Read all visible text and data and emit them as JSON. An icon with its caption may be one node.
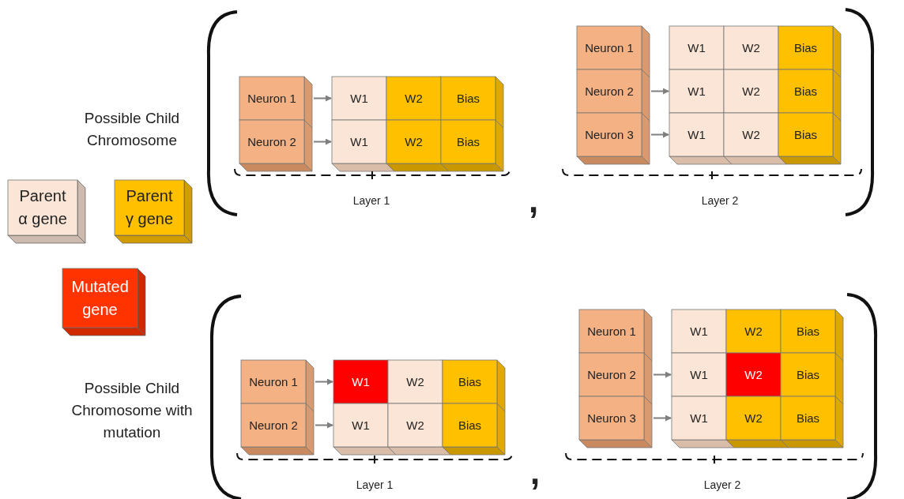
{
  "diagram": {
    "nodes": [
      {
        "text": [
          "Neuron 1"
        ]
      },
      {
        "text": [
          "W1"
        ]
      },
      {
        "text": [
          "W2"
        ]
      },
      {
        "text": [
          "Bias"
        ]
      },
      {
        "text": [
          "Neuron 2"
        ]
      },
      {
        "text": [
          "W1"
        ]
      },
      {
        "text": [
          "W2"
        ]
      },
      {
        "text": [
          "Bias"
        ]
      },
      {
        "text": [
          "Neuron 1"
        ]
      },
      {
        "text": [
          "W1"
        ]
      },
      {
        "text": [
          "W2"
        ]
      },
      {
        "text": [
          "Bias"
        ]
      },
      {
        "text": [
          "Neuron 2"
        ]
      },
      {
        "text": [
          "W1"
        ]
      },
      {
        "text": [
          "W2"
        ]
      },
      {
        "text": [
          "Bias"
        ]
      },
      {
        "text": [
          "Neuron 3"
        ]
      },
      {
        "text": [
          "W1"
        ]
      },
      {
        "text": [
          "W2"
        ]
      },
      {
        "text": [
          "Bias"
        ]
      },
      {
        "text": [
          "Neuron 1"
        ]
      },
      {
        "text": [
          "W1"
        ]
      },
      {
        "text": [
          "W2"
        ]
      },
      {
        "text": [
          "Bias"
        ]
      },
      {
        "text": [
          "Neuron 2"
        ]
      },
      {
        "text": [
          "W1"
        ]
      },
      {
        "text": [
          "W2"
        ]
      },
      {
        "text": [
          "Bias"
        ]
      },
      {
        "text": [
          "Neuron 1"
        ]
      },
      {
        "text": [
          "W1"
        ]
      },
      {
        "text": [
          "W2"
        ]
      },
      {
        "text": [
          "Bias"
        ]
      },
      {
        "text": [
          "Neuron 2"
        ]
      },
      {
        "text": [
          "W1"
        ]
      },
      {
        "text": [
          "W2"
        ]
      },
      {
        "text": [
          "Bias"
        ]
      },
      {
        "text": [
          "Neuron 3"
        ]
      },
      {
        "text": [
          "W1"
        ]
      },
      {
        "text": [
          "W2"
        ]
      },
      {
        "text": [
          "Bias"
        ]
      }
    ],
    "edges": [
      {
        "from": 0,
        "to": 1,
        "arrow": "to"
      },
      {
        "from": 4,
        "to": 5,
        "arrow": "to"
      },
      {
        "from": 12,
        "to": 13,
        "arrow": "to"
      },
      {
        "from": 16,
        "to": 17,
        "arrow": "to"
      },
      {
        "from": 20,
        "to": 21,
        "arrow": "to"
      },
      {
        "from": 24,
        "to": 25,
        "arrow": "to"
      },
      {
        "from": 32,
        "to": 33,
        "arrow": "to"
      },
      {
        "from": 36,
        "to": 37,
        "arrow": "to"
      }
    ],
    "labels": [
      "Possible Child Chromosome",
      "Layer 1",
      ",",
      "Layer 2",
      "Possible Child Chromosome with mutation",
      "Layer 1",
      ",",
      "Layer 2"
    ],
    "legend": [
      {
        "text": "Parent α gene",
        "color": "#fbe5d6"
      },
      {
        "text": "Parent γ gene",
        "color": "#ffc000"
      },
      {
        "text": "Mutated gene",
        "color": "#ff3300"
      }
    ]
  }
}
